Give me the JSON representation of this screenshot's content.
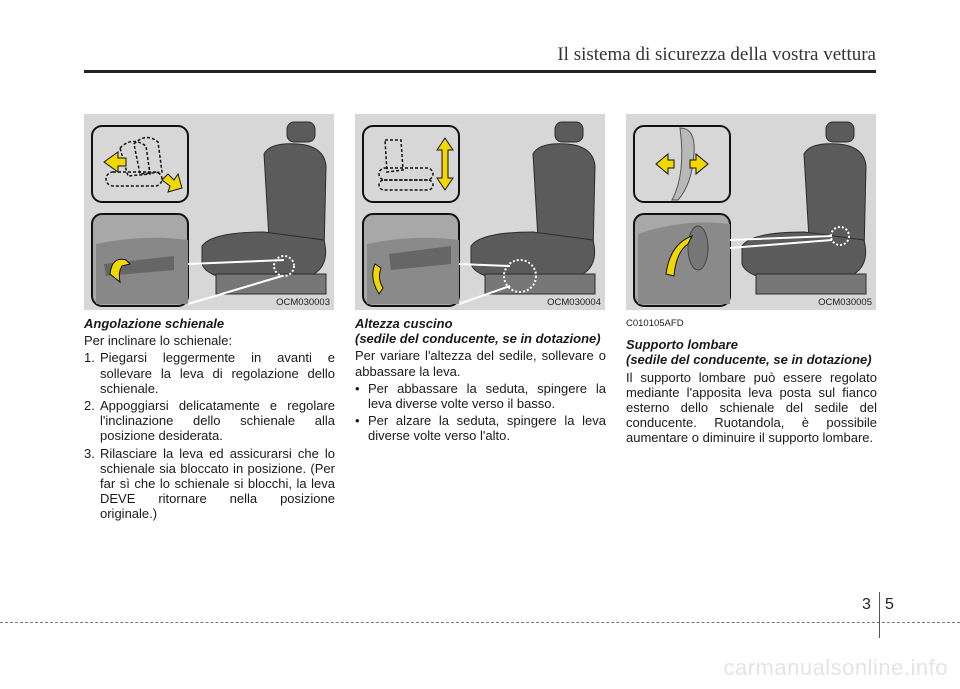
{
  "header": {
    "title": "Il sistema di sicurezza della vostra vettura"
  },
  "figures": [
    {
      "code": "OCM030003"
    },
    {
      "code": "OCM030004"
    },
    {
      "code": "OCM030005"
    }
  ],
  "col1": {
    "title": "Angolazione schienale",
    "intro": "Per inclinare lo schienale:",
    "items": [
      {
        "marker": "1.",
        "text": "Piegarsi leggermente in avanti e sollevare la leva di regolazione dello schienale."
      },
      {
        "marker": "2.",
        "text": "Appoggiarsi delicatamente e regolare l'inclinazione dello schienale alla posizione desiderata."
      },
      {
        "marker": "3.",
        "text": "Rilasciare la leva ed assicurarsi che lo schienale sia bloccato in posizione. (Per far sì che lo schienale si blocchi, la leva DEVE ritornare nella posizione originale.)"
      }
    ]
  },
  "col2": {
    "title": "Altezza cuscino",
    "subtitle": "(sedile del conducente, se in dotazione)",
    "intro": "Per variare l'altezza del sedile, sollevare o abbassare la leva.",
    "items": [
      {
        "marker": "•",
        "text": "Per abbassare la seduta, spingere la leva diverse volte verso il basso."
      },
      {
        "marker": "•",
        "text": "Per alzare la seduta, spingere la leva diverse volte verso l'alto."
      }
    ]
  },
  "col3": {
    "code": "C010105AFD",
    "title": "Supporto lombare",
    "subtitle": "(sedile del conducente, se in dotazione)",
    "body": "Il supporto lombare può essere regolato mediante l'apposita leva posta sul fianco esterno dello schienale del sedile del conducente. Ruotandola, è possibile aumentare o diminuire il supporto lombare."
  },
  "footer": {
    "chapter": "3",
    "page": "5"
  },
  "watermark": "carmanualsonline.info",
  "colors": {
    "arrow": "#f0d800",
    "panel": "#d7d7d7",
    "seat": "#555555"
  }
}
